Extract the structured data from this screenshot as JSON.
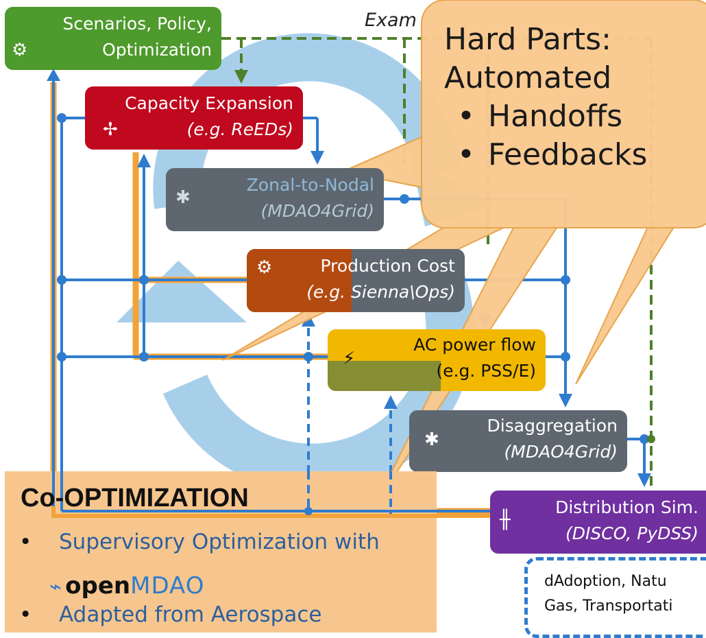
{
  "diagram": {
    "example_label": "Exam",
    "nodes": {
      "scenarios": {
        "line1": "Scenarios, Policy,",
        "line2": "Optimization",
        "icon": "dollar-gear-icon",
        "color": "#4e9a2d"
      },
      "capacity": {
        "line1": "Capacity Expansion",
        "line2": "(e.g. ReEDs)",
        "icon": "wind-solar-icon",
        "color": "#c0081e"
      },
      "zonal": {
        "line1": "Zonal-to-Nodal",
        "line2": "(MDAO4Grid)",
        "icon": "network-icon",
        "color": "#5e6770"
      },
      "production": {
        "line1": "Production Cost",
        "line2": "(e.g. Sienna\\Ops)",
        "icon": "gears-icon",
        "color": "#5e6770"
      },
      "acpf": {
        "line1": "AC power flow",
        "line2": "(e.g. PSS/E)",
        "icon": "transmission-tower-icon",
        "color": "#f2b800"
      },
      "disagg": {
        "line1": "Disaggregation",
        "line2": "(MDAO4Grid)",
        "icon": "network-icon",
        "color": "#5e6770"
      },
      "distribution": {
        "line1": "Distribution Sim.",
        "line2": "(DISCO, PyDSS)",
        "icon": "utility-pole-icon",
        "color": "#7030a0"
      }
    },
    "callout": {
      "title1": "Hard Parts:",
      "title2": "Automated",
      "bullet1": "Handoffs",
      "bullet2": "Feedbacks",
      "color": "#f9c98f"
    },
    "coopt": {
      "title": "Co-OPTIMIZATION",
      "bullet1": "Supervisory Optimization with",
      "logo_open": "open",
      "logo_mdao": "MDAO",
      "bullet2": "Adapted from Aerospace",
      "color": "#f6c68e"
    },
    "dadoption": {
      "line1": "dAdoption, Natu",
      "line2": "Gas, Transportati"
    },
    "colors": {
      "flow": "#2f7ccf",
      "dashed": "#4f7f2a",
      "loop_arrow": "#8bbfe3",
      "highlight": "#f2a33a"
    }
  }
}
